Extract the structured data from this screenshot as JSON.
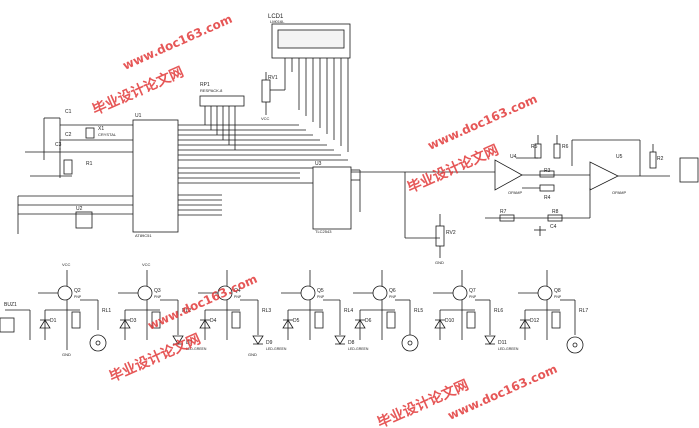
{
  "lcd": {
    "ref": "LCD1",
    "part": "LM016L"
  },
  "mcu": {
    "ref": "U1",
    "part": "AT89C51"
  },
  "crystal": {
    "ref": "X1",
    "part": "CRYSTAL"
  },
  "caps": [
    "C1",
    "C2",
    "C3"
  ],
  "reset_res": "R1",
  "rp": {
    "ref": "RP1",
    "part": "RESPACK-8"
  },
  "rv1": "RV1",
  "adc": {
    "ref": "U3",
    "part": "TLC2543"
  },
  "rv2": "RV2",
  "opamps": [
    {
      "ref": "U4",
      "part": "OPAMP"
    },
    {
      "ref": "U5",
      "part": "OPAMP"
    }
  ],
  "rtc": "U2",
  "resistors": [
    "R3",
    "R4",
    "R5",
    "R6",
    "R7",
    "R8",
    "R2"
  ],
  "cap4": "C4",
  "buzzer": "BUZ1",
  "transistors": [
    "Q2",
    "Q3",
    "Q4",
    "Q5",
    "Q6",
    "Q7",
    "Q8"
  ],
  "transistor_type": "PNP",
  "diodes": [
    "D1",
    "D3",
    "D4",
    "D5",
    "D6",
    "D10",
    "D12"
  ],
  "relays": [
    "RL1",
    "RL2",
    "RL3",
    "RL4",
    "RL5",
    "RL6",
    "RL7"
  ],
  "leds": [
    "D7",
    "D9",
    "D8",
    "D11"
  ],
  "led_type": "LED-GREEN",
  "net_labels": {
    "gnd": "GND",
    "vcc": "VCC"
  },
  "watermarks": [
    "毕业设计论文网",
    "www.doc163.com"
  ],
  "colors": {
    "line": "#1a1a1a",
    "watermark": "#e23a3a"
  }
}
